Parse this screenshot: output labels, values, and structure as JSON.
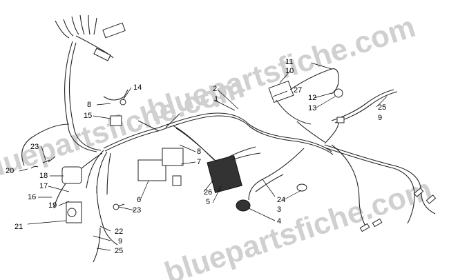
{
  "watermark": "bluepartsfiche.com",
  "callouts": [
    "1",
    "2",
    "3",
    "4",
    "5",
    "6",
    "7",
    "8",
    "8",
    "9",
    "9",
    "10",
    "11",
    "12",
    "13",
    "14",
    "15",
    "16",
    "17",
    "18",
    "19",
    "20",
    "21",
    "22",
    "23",
    "23",
    "24",
    "25",
    "25",
    "26",
    "27"
  ]
}
